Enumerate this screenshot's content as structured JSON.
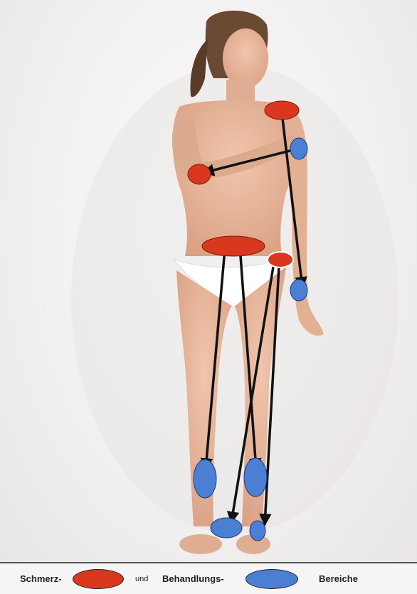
{
  "legend": {
    "pain_label": "Schmerz-",
    "and_label": "und",
    "treatment_label": "Behandlungs-",
    "areas_label": "Bereiche"
  },
  "colors": {
    "pain": "#d9381e",
    "treatment": "#4a7fd4",
    "arrow": "#111111",
    "skin": "#e7b69a",
    "hair": "#6b4a33",
    "underwear": "#ffffff"
  }
}
